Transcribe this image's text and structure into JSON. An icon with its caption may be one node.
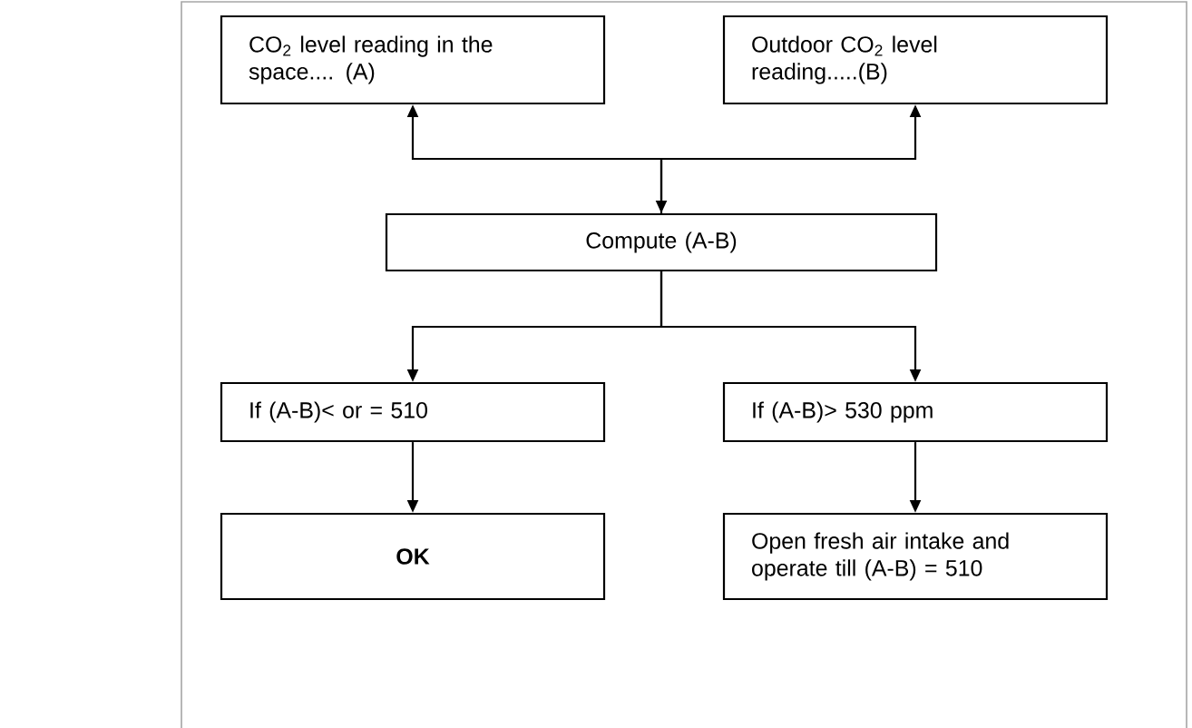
{
  "diagram": {
    "nodes": [
      {
        "text": [
          "CO$_{2}$ level reading in the space.... (A)"
        ]
      },
      {
        "text": [
          "Outdoor CO$_{2}$ level reading.....(B)"
        ]
      },
      {
        "text": [
          "Compute (A-B)"
        ]
      },
      {
        "text": [
          "If (A-B)< or = 510"
        ]
      },
      {
        "text": [
          "If (A-B)> 530 ppm"
        ]
      },
      {
        "text": [
          "OK"
        ]
      },
      {
        "text": [
          "Open fresh air intake and operate till (A-B) = 510"
        ]
      }
    ],
    "edges": [
      {
        "from": 0,
        "to": 2,
        "arrow": "both"
      },
      {
        "from": 2,
        "to": 1,
        "arrow": "to"
      },
      {
        "from": 2,
        "to": 3,
        "arrow": "to"
      },
      {
        "from": 2,
        "to": 4,
        "arrow": "to"
      },
      {
        "from": 3,
        "to": 5,
        "arrow": "to"
      },
      {
        "from": 4,
        "to": 6,
        "arrow": "to"
      }
    ]
  }
}
